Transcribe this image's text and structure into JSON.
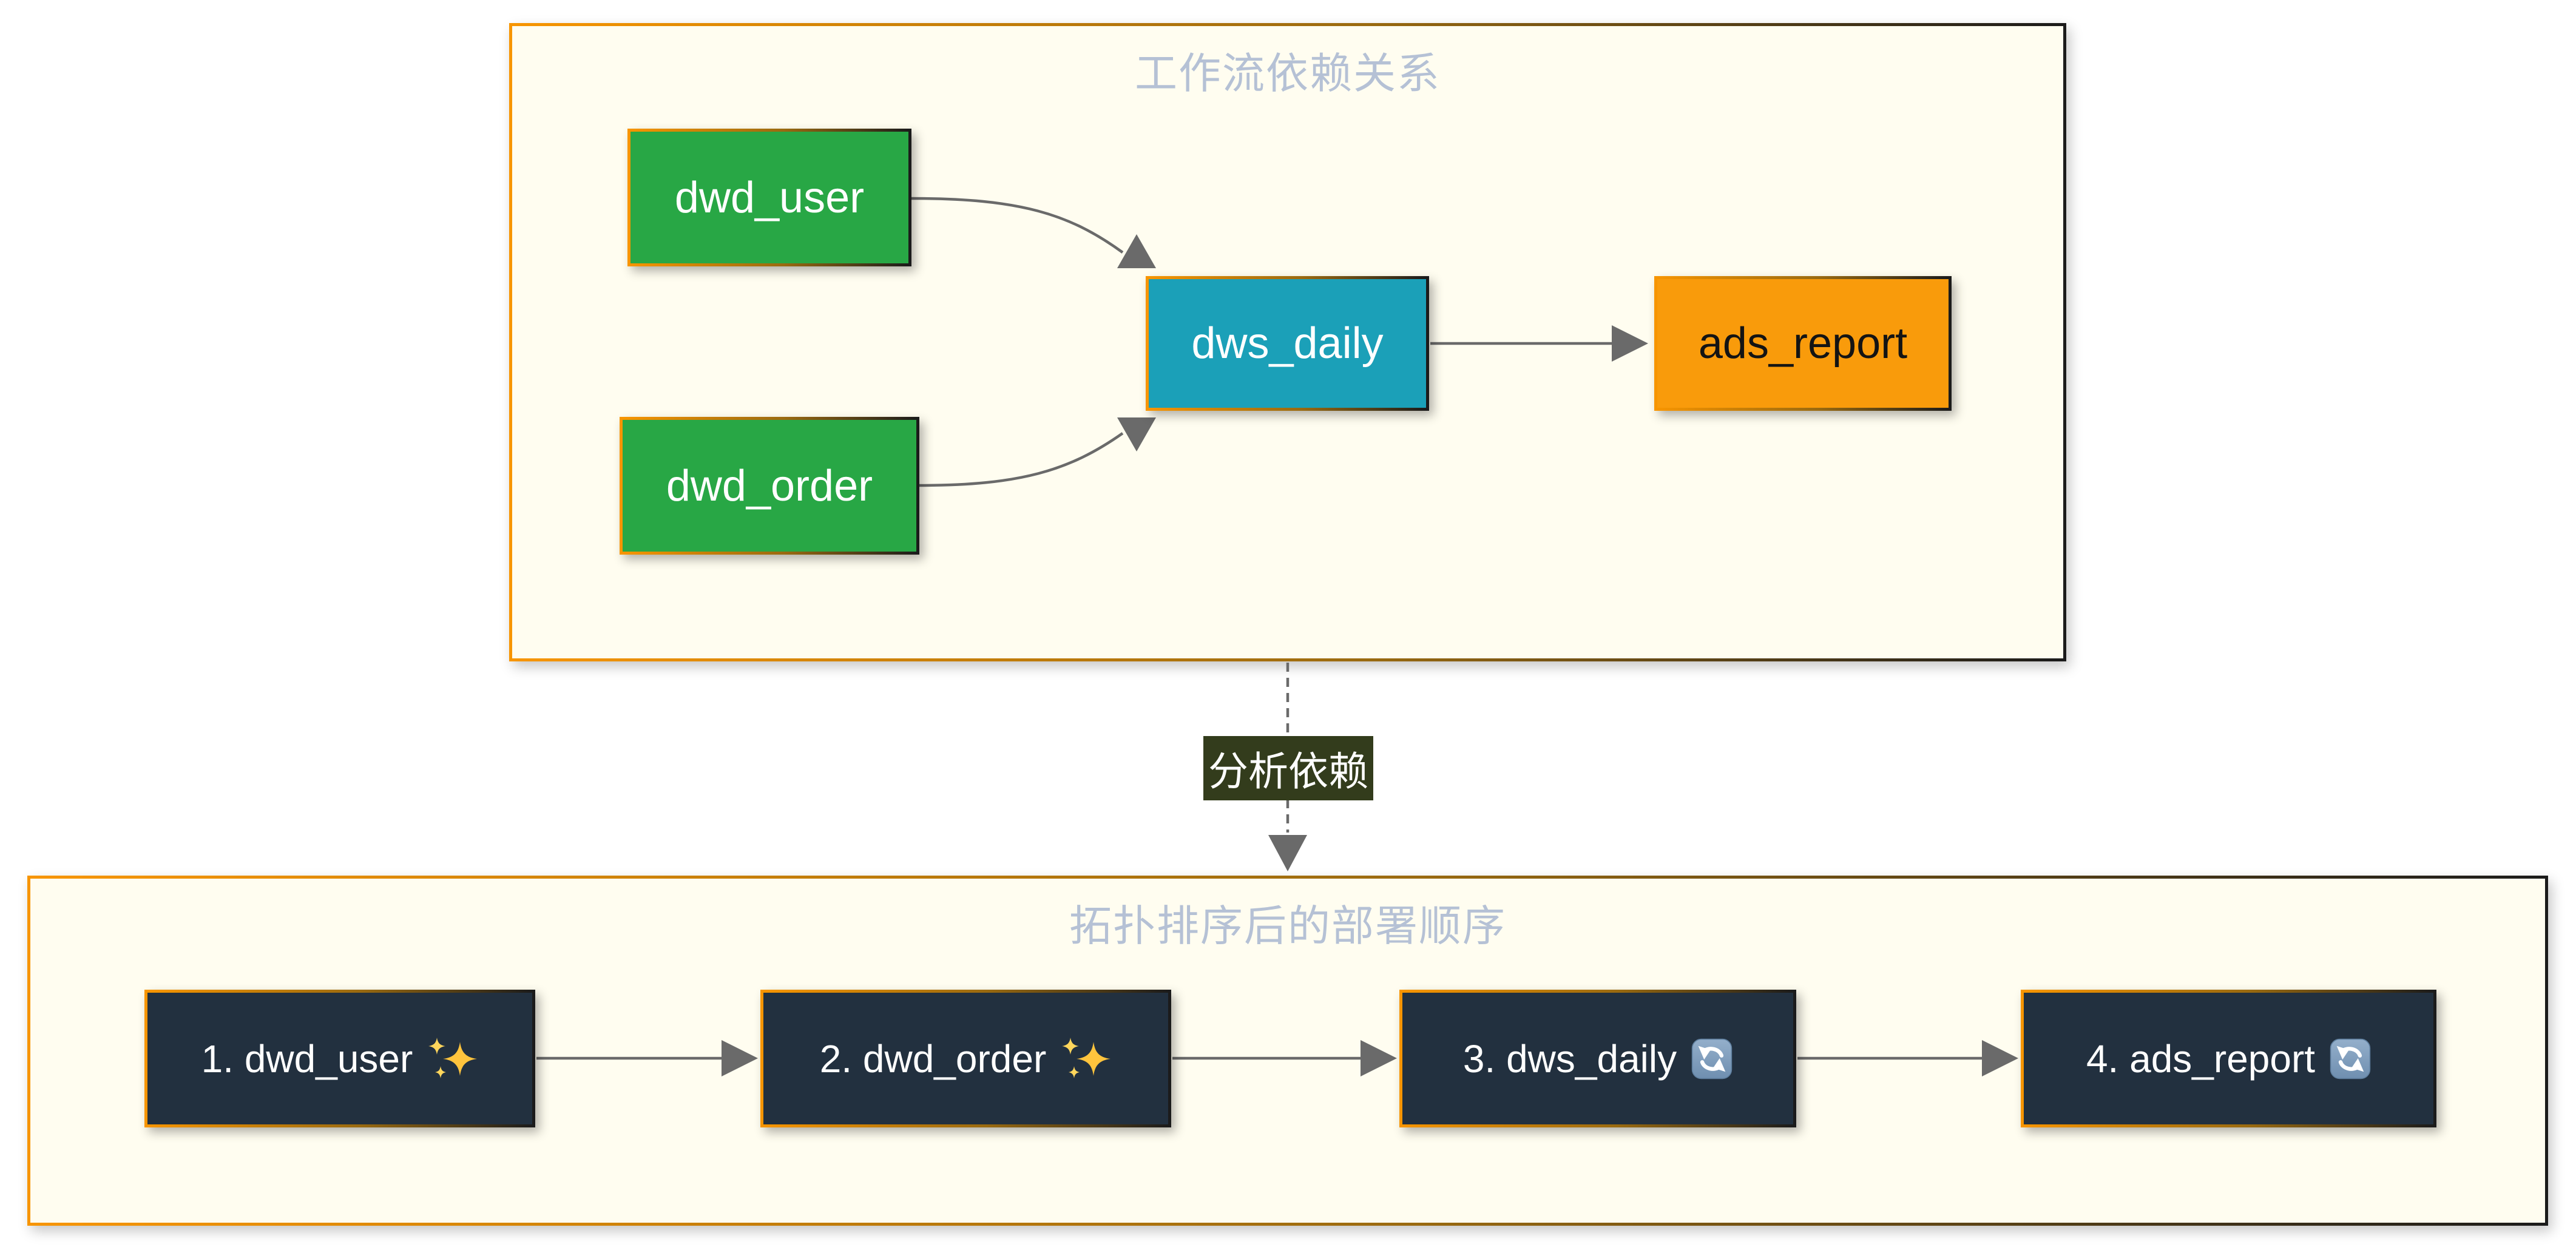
{
  "diagram": {
    "top_section": {
      "title": "工作流依赖关系",
      "nodes": [
        {
          "id": "dwd_user",
          "label": "dwd_user",
          "fill": "#28a745",
          "text_color": "#ffffff"
        },
        {
          "id": "dwd_order",
          "label": "dwd_order",
          "fill": "#28a745",
          "text_color": "#ffffff"
        },
        {
          "id": "dws_daily",
          "label": "dws_daily",
          "fill": "#1ba0b8",
          "text_color": "#ffffff"
        },
        {
          "id": "ads_report",
          "label": "ads_report",
          "fill": "#f99b0b",
          "text_color": "#141414"
        }
      ],
      "edges": [
        {
          "from": "dwd_user",
          "to": "dws_daily"
        },
        {
          "from": "dwd_order",
          "to": "dws_daily"
        },
        {
          "from": "dws_daily",
          "to": "ads_report"
        }
      ]
    },
    "connector": {
      "label": "分析依赖",
      "label_bg": "#333c1c",
      "label_color": "#ffffff",
      "style": "dashed",
      "from": "top_section",
      "to": "bottom_section"
    },
    "bottom_section": {
      "title": "拓扑排序后的部署顺序",
      "nodes": [
        {
          "text": "1. dwd_user",
          "icon": "sparkles-icon"
        },
        {
          "text": "2. dwd_order",
          "icon": "sparkles-icon"
        },
        {
          "text": "3. dws_daily",
          "icon": "refresh-icon"
        },
        {
          "text": "4. ads_report",
          "icon": "refresh-icon"
        }
      ],
      "node_fill": "#22303f",
      "node_text_color": "#ffffff",
      "sequence_arrows": 3
    },
    "colors": {
      "page_background": "#ffffff",
      "container_fill": "#fffdf0",
      "border_gradient_start": "#f79500",
      "border_gradient_end": "#1b1b1b",
      "section_title": "#b5c1d5",
      "edge": "#6a6a6a",
      "sparkles_gold": "#ffc43d",
      "refresh_blue": "#84a3c4"
    }
  }
}
